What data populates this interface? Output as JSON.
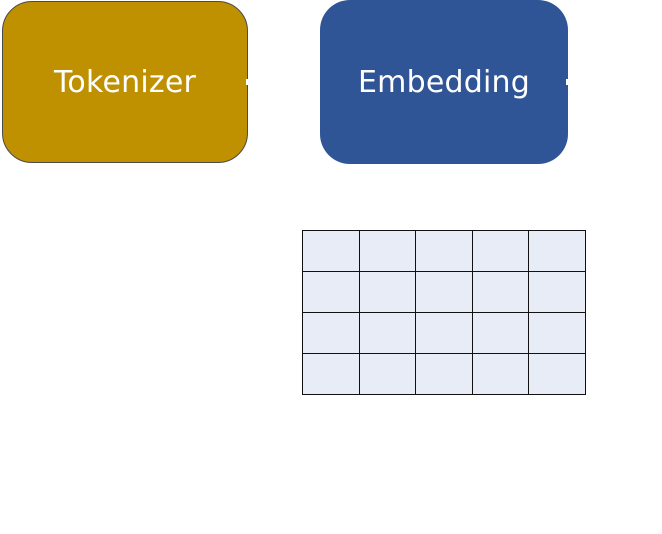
{
  "diagram": {
    "tokenizer": {
      "label": "Tokenizer",
      "color": "#bf9000"
    },
    "embedding": {
      "label": "Embedding",
      "color": "#2f5597"
    },
    "matrix": {
      "rows": 4,
      "cols": 5,
      "cell_color": "#e8ecf6",
      "line_color": "#111111"
    }
  }
}
